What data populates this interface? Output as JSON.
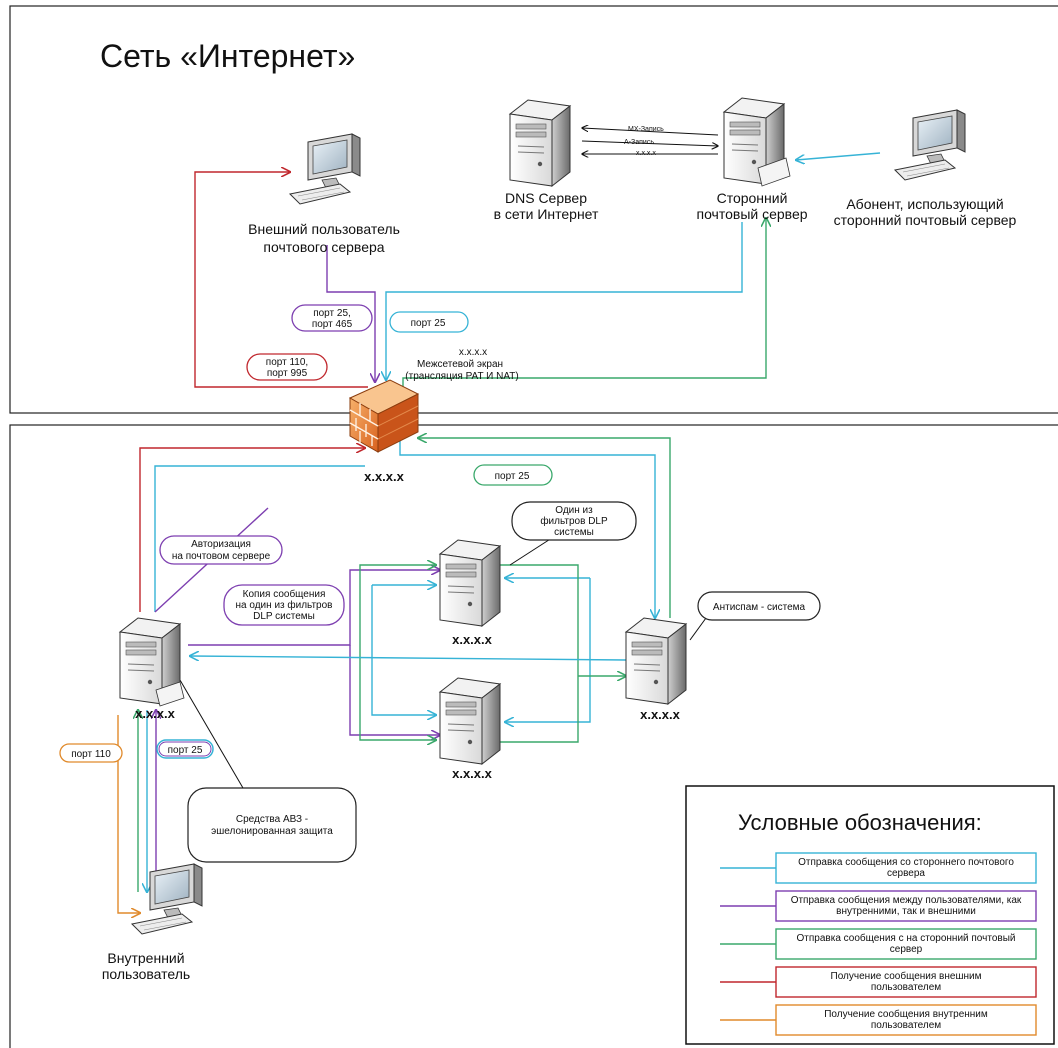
{
  "title": "Сеть «Интернет»",
  "nodes": {
    "external_user": [
      "Внешний пользователь",
      "почтового сервера"
    ],
    "dns_server": [
      "DNS Сервер",
      "в сети Интернет"
    ],
    "third_party_server": [
      "Сторонний",
      "почтовый сервер"
    ],
    "subscriber": [
      "Абонент, использующий",
      "сторонний почтовый сервер"
    ],
    "internal_user": [
      "Внутренний",
      "пользователь"
    ]
  },
  "dns_records": [
    "MX-Запись",
    "А-Запись",
    "x.x.x.x"
  ],
  "firewall": {
    "ip_top": "x.x.x.x",
    "label": "Межсетевой экран",
    "note": "(трансляция PAT И NAT)",
    "ip_bottom": "x.x.x.x"
  },
  "ports": {
    "p25_465": [
      "порт 25,",
      "порт 465"
    ],
    "p25_top": "порт 25",
    "p110_995": [
      "порт 110,",
      "порт 995"
    ],
    "p25_internal": "порт 25",
    "p110": "порт 110",
    "p25_local": "порт 25"
  },
  "callouts": {
    "auth": [
      "Авторизация",
      "на почтовом сервере"
    ],
    "copy": [
      "Копия сообщения",
      "на один из фильтров",
      "DLP системы"
    ],
    "dlp": [
      "Один из",
      "фильтров DLP",
      "системы"
    ],
    "antispam": "Антиспам - система",
    "avz": [
      "Средства АВЗ -",
      "эшелонированная защита"
    ]
  },
  "server_ips": {
    "mail": "x.x.x.x",
    "dlp1": "x.x.x.x",
    "dlp2": "x.x.x.x",
    "antispam": "x.x.x.x"
  },
  "legend": {
    "title": "Условные обозначения:",
    "items": [
      {
        "color": "#36b3d6",
        "text": [
          "Отправка сообщения со стороннего почтового",
          "сервера"
        ]
      },
      {
        "color": "#7d3fb0",
        "text": [
          "Отправка сообщения между пользователями, как",
          "внутренними, так и внешними"
        ]
      },
      {
        "color": "#3aa86b",
        "text": [
          "Отправка сообщения с  на сторонний почтовый",
          "сервер"
        ]
      },
      {
        "color": "#c0272d",
        "text": [
          "Получение сообщения внешним",
          "пользователем"
        ]
      },
      {
        "color": "#e08a2c",
        "text": [
          "Получение сообщения внутренним",
          "пользователем"
        ]
      }
    ]
  }
}
